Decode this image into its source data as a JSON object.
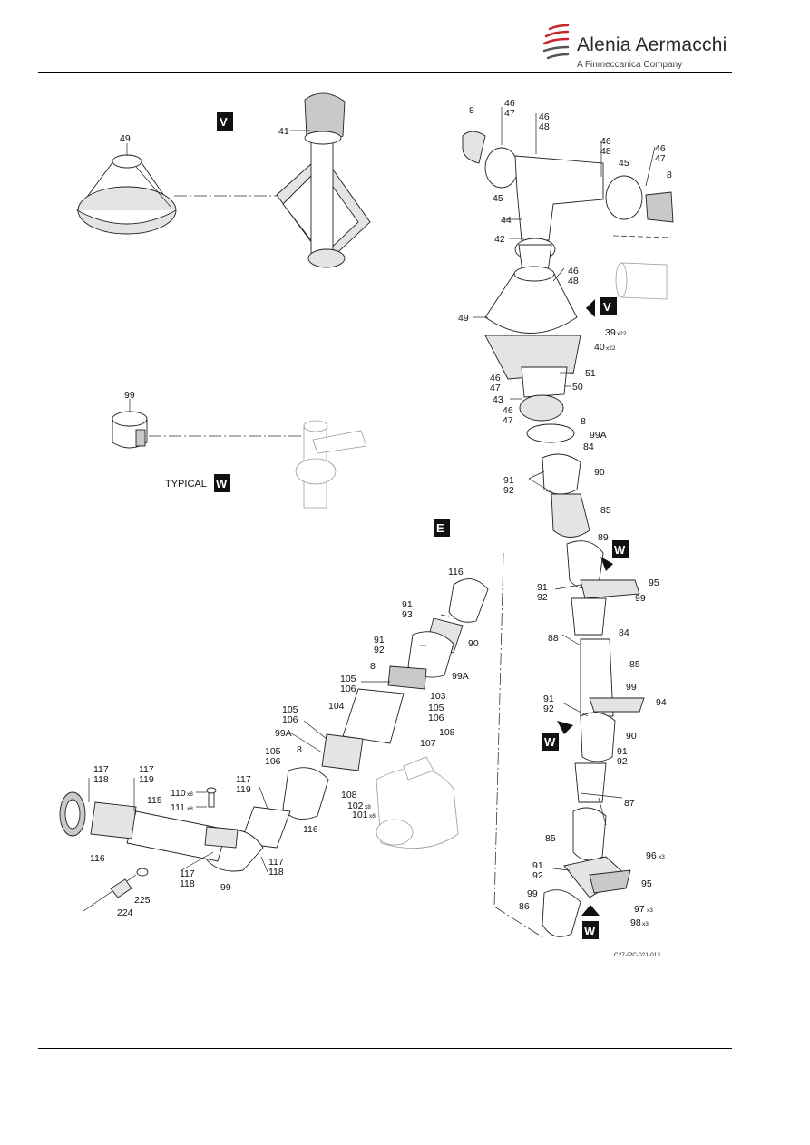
{
  "header": {
    "brand_name": "Alenia Aermacchi",
    "brand_subtitle": "A Finmeccanica Company",
    "logo_icon": "alenia-swoosh-logo"
  },
  "view_badges": {
    "V_top": "V",
    "V_arrow": "V",
    "W_typical": "W",
    "E_view": "E",
    "W_1": "W",
    "W_2": "W",
    "W_3": "W"
  },
  "typical_label": "TYPICAL",
  "figure_ref": "C27-IPC-021-013",
  "callouts": {
    "c49a": "49",
    "c41": "41",
    "c99a": "99",
    "c8a": "8",
    "c46a": "46",
    "c47a": "47",
    "c46b": "46",
    "c48a": "48",
    "c46c": "46",
    "c48b": "48",
    "c46d": "46",
    "c47b": "47",
    "c45a": "45",
    "c8b": "8",
    "c45b": "45",
    "c44": "44",
    "c42": "42",
    "c46e": "46",
    "c48c": "48",
    "c49b": "49",
    "c39": "39",
    "c39q": "x22",
    "c40": "40",
    "c40q": "x22",
    "c51": "51",
    "c50": "50",
    "c46f": "46",
    "c47c": "47",
    "c43": "43",
    "c46g": "46",
    "c47d": "47",
    "c8c": "8",
    "c99Aa": "99A",
    "c84a": "84",
    "c91a": "91",
    "c92a": "92",
    "c90a": "90",
    "c85a": "85",
    "c89": "89",
    "c95a": "95",
    "c91b": "91",
    "c92b": "92",
    "c99b": "99",
    "c88": "88",
    "c84b": "84",
    "c85b": "85",
    "c99c": "99",
    "c91c": "91",
    "c92c": "92",
    "c94": "94",
    "c90b": "90",
    "c91d": "91",
    "c92d": "92",
    "c87": "87",
    "c85c": "85",
    "c96": "96",
    "c96q": "x3",
    "c91e": "91",
    "c92e": "92",
    "c95b": "95",
    "c99d": "99",
    "c97": "97",
    "c97q": "x3",
    "c86": "86",
    "c98": "98",
    "c98q": "x3",
    "c116a": "116",
    "c91f": "91",
    "c93": "93",
    "c91g": "91",
    "c92f": "92",
    "c90c": "90",
    "c8d": "8",
    "c99Ab": "99A",
    "c105a": "105",
    "c106a": "106",
    "c103": "103",
    "c104": "104",
    "c105b": "105",
    "c106b": "106",
    "c105c": "105",
    "c106c": "106",
    "c108a": "108",
    "c99Ac": "99A",
    "c8e": "8",
    "c107": "107",
    "c105d": "105",
    "c106d": "106",
    "c117a": "117",
    "c118a": "118",
    "c117b": "117",
    "c119a": "119",
    "c115": "115",
    "c110": "110",
    "c110q": "x8",
    "c111": "111",
    "c111q": "x8",
    "c117c": "117",
    "c119b": "119",
    "c108b": "108",
    "c102": "102",
    "c102q": "x8",
    "c101": "101",
    "c101q": "x8",
    "c116b": "116",
    "c116c": "116",
    "c117d": "117",
    "c118b": "118",
    "c117e": "117",
    "c118c": "118",
    "c99e": "99",
    "c225": "225",
    "c224": "224"
  }
}
